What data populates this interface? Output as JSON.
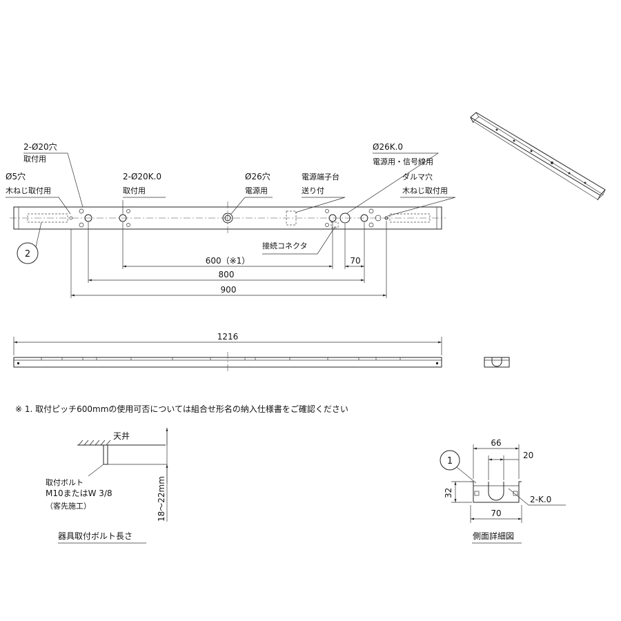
{
  "top_view": {
    "labels": {
      "hole_2_phi20": "2-Ø20穴",
      "hole_2_phi20_use": "取付用",
      "hole_phi5": "Ø5穴",
      "hole_phi5_use": "木ねじ取付用",
      "hole_2_phi20k": "2-Ø20K.0",
      "hole_2_phi20k_use": "取付用",
      "hole_phi26": "Ø26穴",
      "hole_phi26_use": "電源用",
      "terminal": "電源端子台",
      "terminal_sub": "送り付",
      "hole_phi26k": "Ø26K.0",
      "hole_phi26k_use": "電源用・信号線用",
      "daruma": "ダルマ穴",
      "daruma_use": "木ねじ取付用",
      "connector": "接続コネクタ",
      "balloon": "2"
    },
    "dims": {
      "d600": "600（※1）",
      "d70": "70",
      "d800": "800",
      "d900": "900"
    }
  },
  "front_view": {
    "d1216": "1216"
  },
  "note": "※ 1. 取付ピッチ600mmの使用可否については組合せ形名の納入仕様書をご確認ください",
  "bolt_detail": {
    "ceiling": "天井",
    "bolt_line1": "取付ボルト",
    "bolt_line2": "M10またはW 3/8",
    "bolt_line3": "（客先施工）",
    "length": "18～22mm",
    "title": "器具取付ボルト長さ"
  },
  "side_detail": {
    "d66": "66",
    "d20": "20",
    "d32": "32",
    "d70": "70",
    "knockout": "2-K.0",
    "balloon": "1",
    "title": "側面詳細図"
  }
}
